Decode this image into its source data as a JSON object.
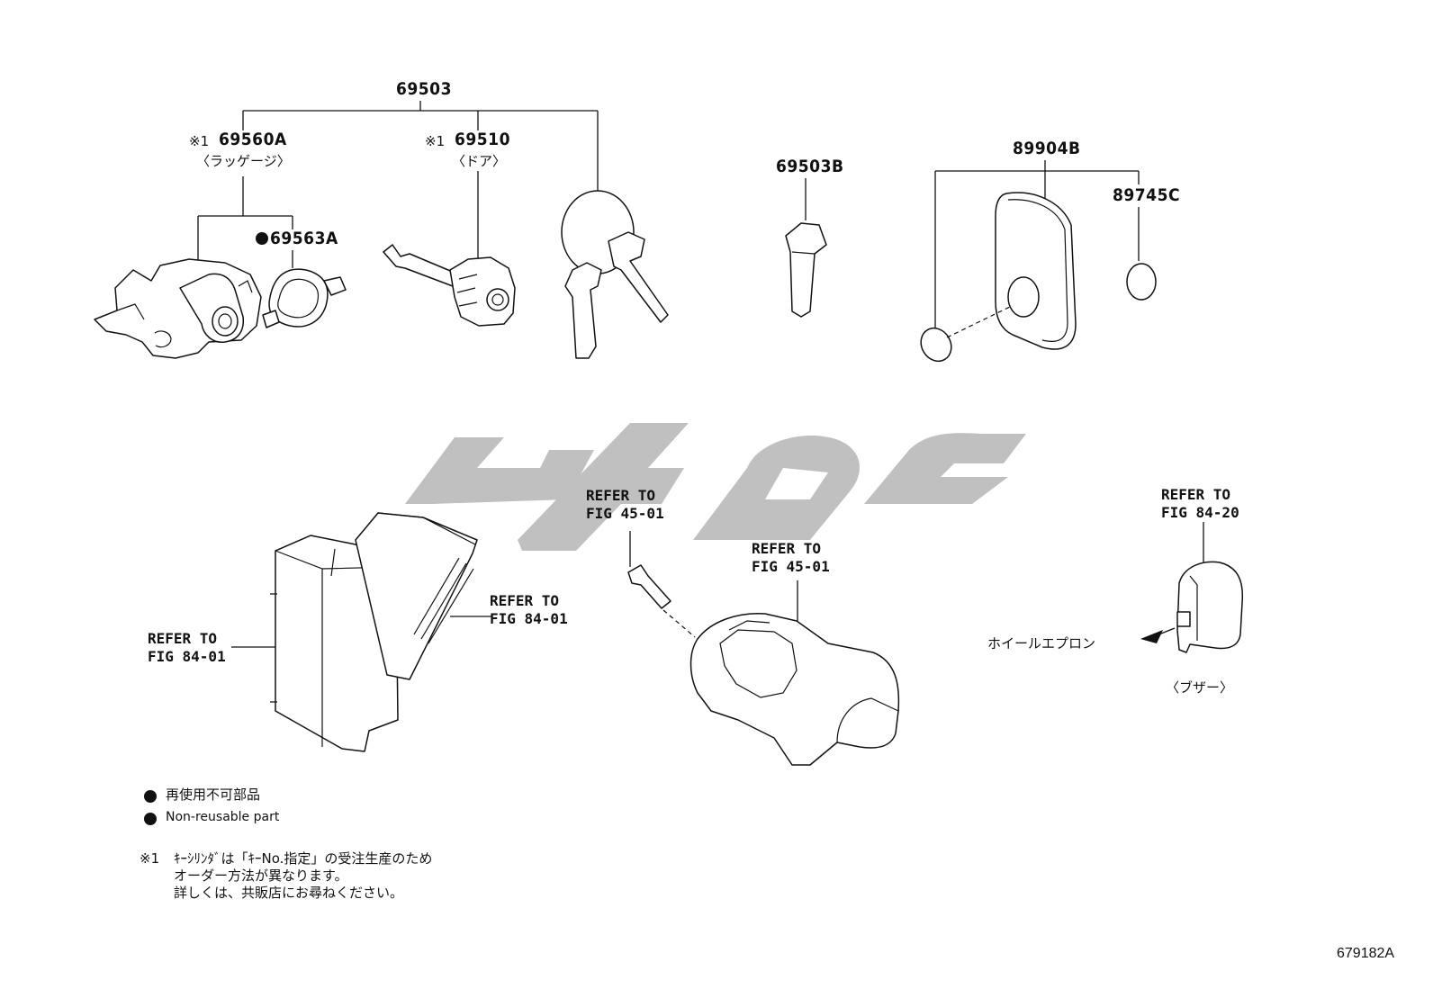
{
  "labels": {
    "p69503": "69503",
    "p69560a": "69560A",
    "p69560a_mark": "※1",
    "luggage": "〈ラッゲージ〉",
    "p69563a": "69563A",
    "p69510": "69510",
    "p69510_mark": "※1",
    "door": "〈ドア〉",
    "p69503b": "69503B",
    "p89904b": "89904B",
    "p89745c": "89745C",
    "refer_84_01_left": "REFER TO\nFIG 84-01",
    "refer_84_01_right": "REFER TO\nFIG 84-01",
    "refer_45_01_a": "REFER TO\nFIG 45-01",
    "refer_45_01_b": "REFER TO\nFIG 45-01",
    "refer_84_20": "REFER TO\nFIG 84-20",
    "wheel_apron": "ホイールエプロン",
    "buzzer": "〈ブザー〉"
  },
  "legend": {
    "jp": "再使用不可部品",
    "en": "Non-reusable part"
  },
  "footnote": {
    "mark": "※1",
    "text": "ｷｰｼﾘﾝﾀﾞは「ｷｰNo.指定」の受注生産のため\nオーダー方法が異なります。\n詳しくは、共販店にお尋ねください。"
  },
  "drawing_code": "679182A",
  "icons": {
    "non_reusable_mark": "filled-circle",
    "watermark": "logo-watermark"
  },
  "colors": {
    "line": "#111111",
    "watermark": "#bdbdbd",
    "background": "#ffffff"
  }
}
